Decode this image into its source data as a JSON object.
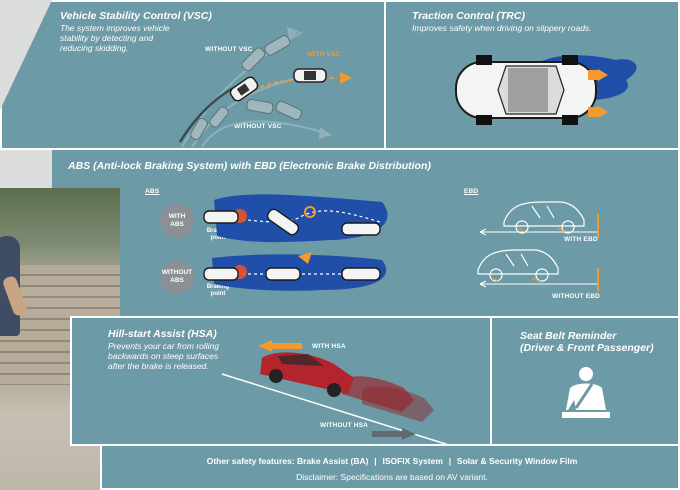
{
  "vsc": {
    "title": "Vehicle Stability Control (VSC)",
    "description": "The system improves vehicle\nstability by detecting and\nreducing skidding.",
    "label_without_top": "WITHOUT VSC",
    "label_with": "WITH VSC",
    "label_without_bottom": "WITHOUT VSC"
  },
  "trc": {
    "title": "Traction Control (TRC)",
    "description": "Improves safety when driving on slippery roads."
  },
  "abs": {
    "title": "ABS (Anti-lock Braking System) with EBD (Electronic Brake Distribution)",
    "abs_heading": "ABS",
    "ebd_heading": "EBD",
    "with_abs": "WITH\nABS",
    "without_abs": "WITHOUT\nABS",
    "braking_point_1": "Braking\npoint",
    "braking_point_2": "Braking\npoint",
    "with_ebd": "WITH EBD",
    "without_ebd": "WITHOUT EBD"
  },
  "hsa": {
    "title": "Hill-start Assist (HSA)",
    "description": "Prevents your car from rolling\nbackwards on steep surfaces\nafter the brake is released.",
    "label_with": "WITH HSA",
    "label_without": "WITHOUT HSA"
  },
  "seatbelt": {
    "title_line1": "Seat Belt Reminder",
    "title_line2": "(Driver & Front Passenger)",
    "icon": "seatbelt-icon"
  },
  "footer": {
    "prefix": "Other safety features: ",
    "feature_1": "Brake Assist (BA)",
    "feature_2": "ISOFIX System",
    "feature_3": "Solar & Security Window Film",
    "separator": "|",
    "disclaimer": "Disclaimer: Specifications are based on AV variant."
  },
  "colors": {
    "panel": "#6c9aa6",
    "accent_orange": "#f29a2e",
    "water_blue": "#1f4fa8",
    "car_red": "#b3242c"
  }
}
